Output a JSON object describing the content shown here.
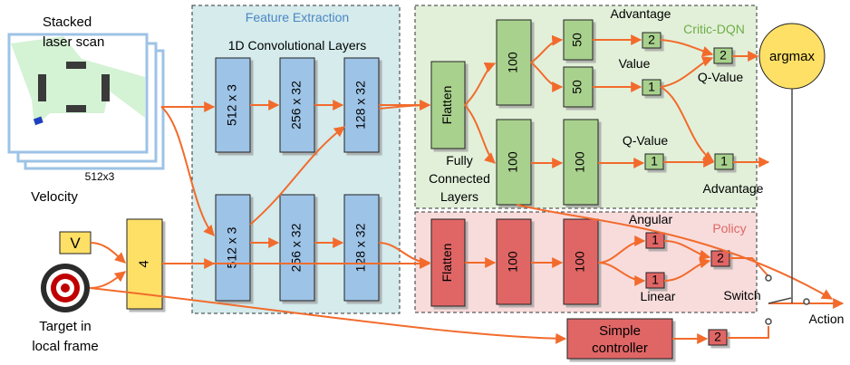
{
  "inputs": {
    "laser_title_line1": "Stacked",
    "laser_title_line2": "laser scan",
    "laser_size": "512x3",
    "velocity": "Velocity",
    "v_label": "V",
    "target_line1": "Target in",
    "target_line2": "local frame",
    "concat_size": "4"
  },
  "feature": {
    "title": "Feature Extraction",
    "subtitle": "1D Convolutional Layers",
    "top_layers": [
      "512 x 3",
      "256 x 32",
      "128 x 32"
    ],
    "bottom_layers": [
      "512 x 3",
      "256 x 32",
      "128 x 32"
    ]
  },
  "critic": {
    "title": "Critic-DQN",
    "flatten": "Flatten",
    "fc_label_line1": "Fully",
    "fc_label_line2": "Connected",
    "fc_label_line3": "Layers",
    "fc_top": "100",
    "fc_bottom_a": "100",
    "fc_bottom_b": "100",
    "adv_branch_size": "50",
    "val_branch_size": "50",
    "advantage_label": "Advantage",
    "value_label": "Value",
    "adv_out": "2",
    "val_out": "1",
    "q_value_top_label": "Q-Value",
    "q_out_top": "2",
    "q_value_bottom_label": "Q-Value",
    "q_out_bottom": "1",
    "advantage_bottom_label": "Advantage",
    "adv_out_bottom": "1",
    "argmax": "argmax"
  },
  "policy": {
    "title": "Policy",
    "flatten": "Flatten",
    "fc_a": "100",
    "fc_b": "100",
    "angular_label": "Angular",
    "angular_out": "1",
    "linear_label": "Linear",
    "linear_out": "1",
    "out": "2"
  },
  "control": {
    "switch_label": "Switch",
    "action_label": "Action",
    "simple_line1": "Simple",
    "simple_line2": "controller",
    "simple_out": "2"
  },
  "colors": {
    "arrow": "#f26b2c",
    "conv_fill": "#9dc3e6",
    "critic_fill": "#a9d18e",
    "policy_fill": "#e06666",
    "yellow_fill": "#ffe066",
    "feature_bg": "#d5ebec",
    "critic_bg": "#e2f0d9",
    "policy_bg": "#f8dcdc",
    "laser_fill": "#d4f2d4",
    "laser_border": "#9dc3e6"
  }
}
